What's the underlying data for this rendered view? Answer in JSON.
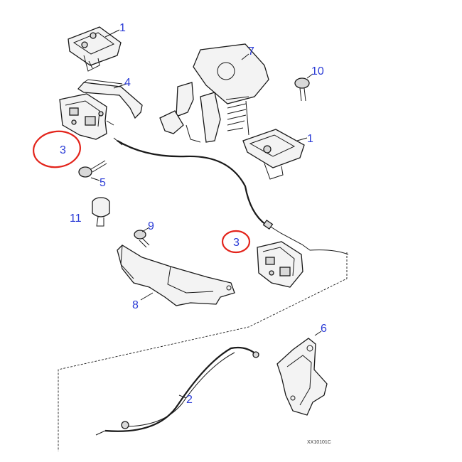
{
  "callouts": {
    "p1_top": "1",
    "p1_right": "1",
    "p2": "2",
    "p3_left": "3",
    "p3_right": "3",
    "p4": "4",
    "p5": "5",
    "p6": "6",
    "p7": "7",
    "p8": "8",
    "p9": "9",
    "p10": "10",
    "p11": "11"
  },
  "diagram_code": "XX10101C",
  "colors": {
    "callout_text": "#2a3bd6",
    "highlight_ring": "#e3241b",
    "line_art": "#1a1a1a"
  }
}
